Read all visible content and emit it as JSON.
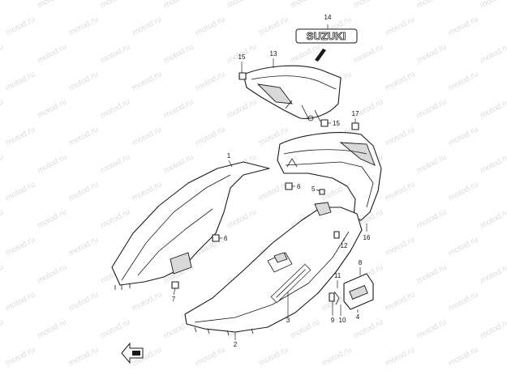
{
  "watermark": {
    "text": "motod.ru"
  },
  "logo": {
    "text": "SUZUKI"
  },
  "callouts": {
    "c1": "1",
    "c2": "2",
    "c3": "3",
    "c4": "4",
    "c5": "5",
    "c6a": "6",
    "c6b": "6",
    "c7": "7",
    "c8": "8",
    "c9": "9",
    "c10": "10",
    "c11": "11",
    "c12": "12",
    "c13": "13",
    "c14": "14",
    "c15a": "15",
    "c15b": "15",
    "c16": "16",
    "c17": "17"
  },
  "colors": {
    "line": "#1a1a1a",
    "shade": "#d9d9d9",
    "watermark": "#dcdcdc"
  },
  "icons": {
    "front_arrow": "front-direction-arrow-icon"
  }
}
